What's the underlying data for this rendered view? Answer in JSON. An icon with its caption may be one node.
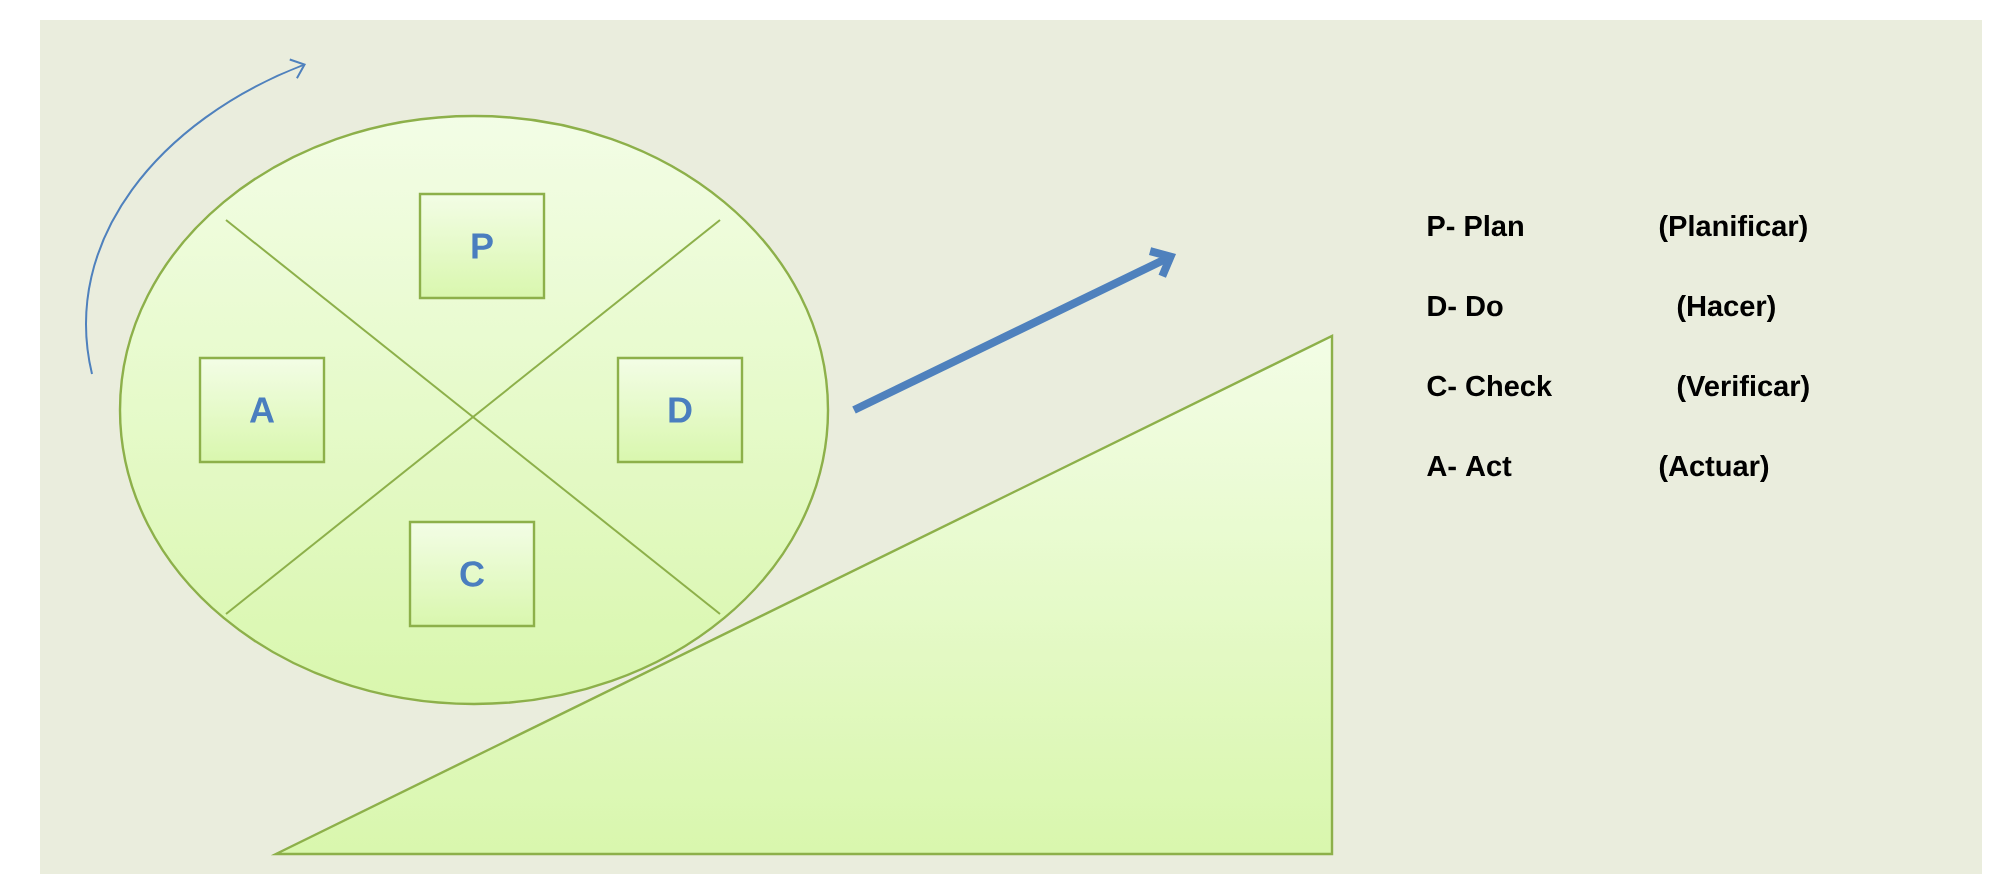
{
  "diagram": {
    "nodes": [
      {
        "text": [],
        "shape": "ellipse"
      },
      {
        "text": [
          "P"
        ],
        "in": 0
      },
      {
        "text": [
          "A"
        ],
        "in": 0
      },
      {
        "text": [
          "D"
        ]
      },
      {
        "text": [
          "C"
        ]
      },
      {
        "text": [],
        "shape": "triangle"
      }
    ],
    "edges": [],
    "labels": [
      "P- Plan",
      "(Planificar)",
      "D- Do",
      "(Hacer)",
      "C- Check",
      "(Verificar)",
      "A- Act",
      "(Actuar)"
    ]
  }
}
